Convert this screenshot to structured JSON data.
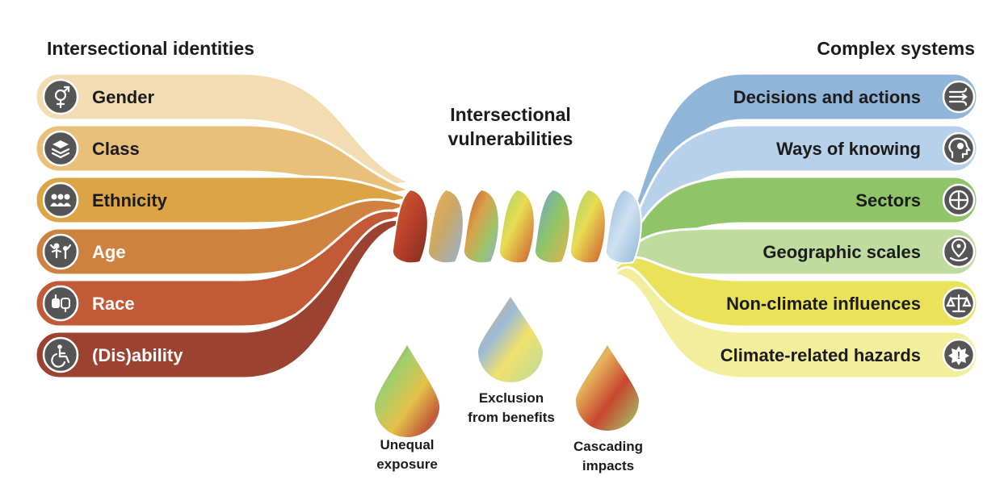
{
  "headers": {
    "left": "Intersectional identities",
    "center_line1": "Intersectional",
    "center_line2": "vulnerabilities",
    "right": "Complex systems"
  },
  "identities": [
    {
      "label": "Gender",
      "color": "#f3dcb2",
      "text_color": "#1b1b1b",
      "icon": "gender-icon"
    },
    {
      "label": "Class",
      "color": "#e8c07a",
      "text_color": "#1b1b1b",
      "icon": "layers-icon"
    },
    {
      "label": "Ethnicity",
      "color": "#dba444",
      "text_color": "#1b1b1b",
      "icon": "people-group-icon"
    },
    {
      "label": "Age",
      "color": "#cf8140",
      "text_color": "#ffffff",
      "icon": "family-icon"
    },
    {
      "label": "Race",
      "color": "#c25a38",
      "text_color": "#ffffff",
      "icon": "hands-icon"
    },
    {
      "label": "(Dis)ability",
      "color": "#9b4231",
      "text_color": "#ffffff",
      "icon": "wheelchair-icon"
    }
  ],
  "systems": [
    {
      "label": "Decisions and actions",
      "color": "#8fb5d9",
      "icon": "arrows-wind-icon"
    },
    {
      "label": "Ways of knowing",
      "color": "#b7d1ea",
      "icon": "head-gear-icon"
    },
    {
      "label": "Sectors",
      "color": "#8fc567",
      "icon": "crosshair-circle-icon"
    },
    {
      "label": "Geographic scales",
      "color": "#bddc9d",
      "icon": "map-pin-icon"
    },
    {
      "label": "Non-climate influences",
      "color": "#eae35a",
      "icon": "scales-icon"
    },
    {
      "label": "Climate-related hazards",
      "color": "#f3ee9c",
      "icon": "warning-sun-icon"
    }
  ],
  "drops": [
    {
      "line1": "Unequal",
      "line2": "exposure"
    },
    {
      "line1": "Exclusion",
      "line2": "from benefits"
    },
    {
      "line1": "Cascading",
      "line2": "impacts"
    }
  ]
}
